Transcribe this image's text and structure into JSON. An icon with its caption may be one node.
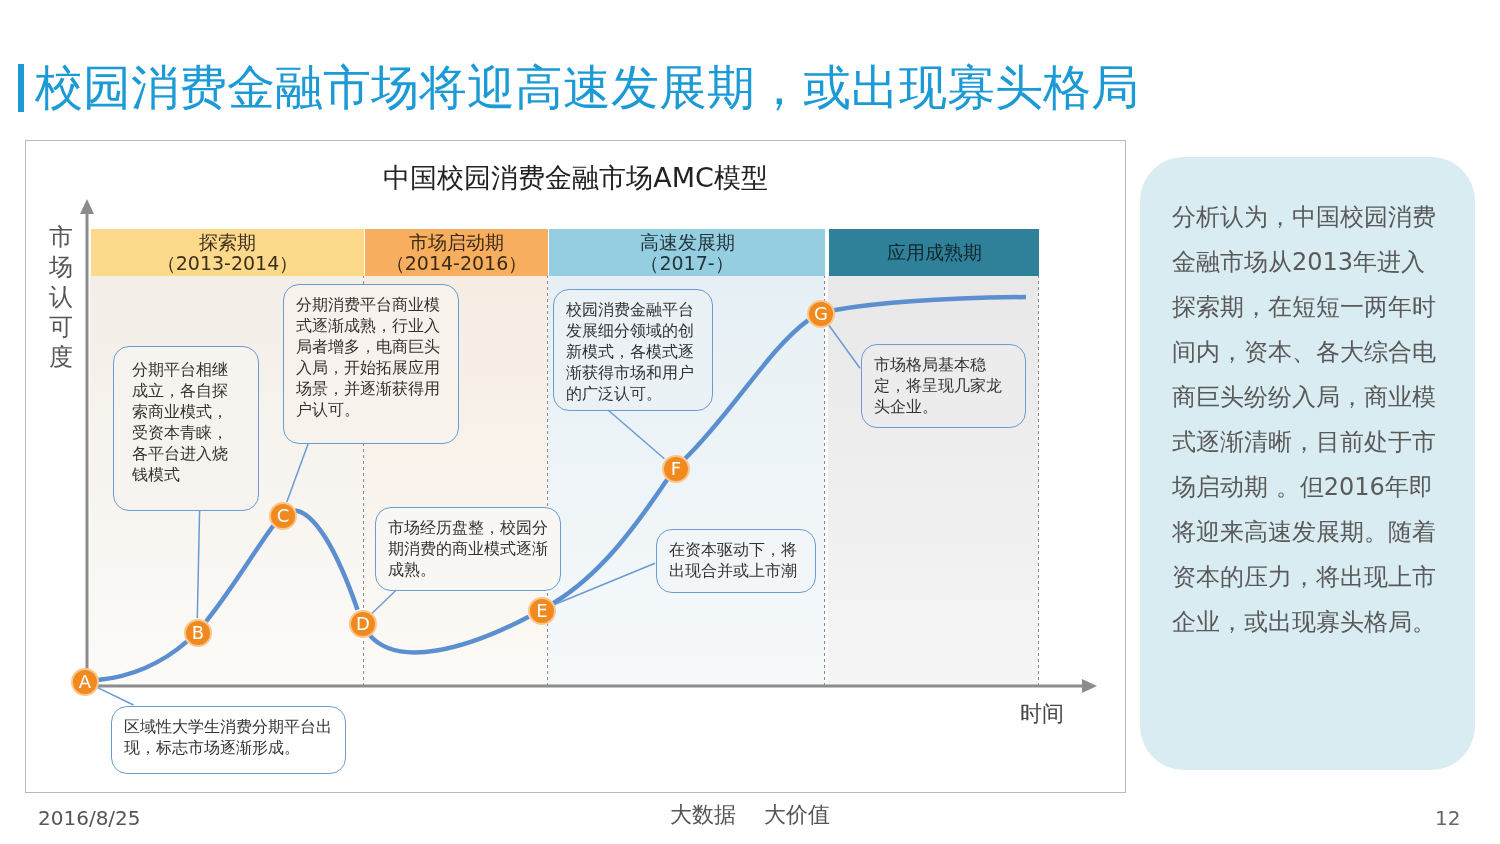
{
  "diagram": {
    "title": "校园消费金融市场将迎高速发展期，或出现寡头格局",
    "nodes": [
      {
        "text": [
          "中国校园消费金融市场AMC模型"
        ]
      },
      {
        "text": [
          "探索期",
          "（2013-2014）"
        ],
        "in": 0
      },
      {
        "text": [
          "市场启动期",
          "（2014-2016）"
        ],
        "in": 0
      },
      {
        "text": [
          "高速发展期",
          "（2017-）"
        ],
        "in": 0
      },
      {
        "text": [
          "应用成熟期"
        ],
        "in": 0
      },
      {
        "text": [
          "A"
        ],
        "in": 0
      },
      {
        "text": [
          "B"
        ],
        "in": 0
      },
      {
        "text": [
          "C"
        ],
        "in": 0
      },
      {
        "text": [
          "D"
        ],
        "in": 0
      },
      {
        "text": [
          "E"
        ],
        "in": 0
      },
      {
        "text": [
          "F"
        ],
        "in": 0
      },
      {
        "text": [
          "G"
        ],
        "in": 0
      },
      {
        "text": [
          "区域性大学生消费分期平台出现，标志市场逐渐形成。"
        ],
        "in": 0
      },
      {
        "text": [
          "分期平台相继成立，各自探索商业模式，受资本青睐，各平台进入烧钱模式"
        ],
        "in": 0
      },
      {
        "text": [
          "分期消费平台商业模式逐渐成熟，行业入局者增多，电商巨头入局，开始拓展应用场景，并逐渐获得用户认可。"
        ],
        "in": 0
      },
      {
        "text": [
          "市场经历盘整，校园分期消费的商业模式逐渐成熟。"
        ],
        "in": 0
      },
      {
        "text": [
          "在资本驱动下，将出现合并或上市潮"
        ],
        "in": 0
      },
      {
        "text": [
          "校园消费金融平台发展细分领域的创新模式，各模式逐渐获得市场和用户的广泛认可。"
        ],
        "in": 0
      },
      {
        "text": [
          "市场格局基本稳定，将呈现几家龙头企业。"
        ],
        "in": 0
      },
      {
        "text": [
          "分析认为，中国校园消费金融市场从2013年进入探索期，在短短一两年时间内，资本、各大综合电商巨头纷纷入局，商业模式逐渐清晰，目前处于市场启动期 。但2016年即将迎来高速发展期。随着资本的压力，将出现上市企业，或出现寡头格局。"
        ]
      }
    ],
    "edges": [
      {
        "from": 5,
        "to": 6,
        "arrow": "none",
        "style": "thick"
      },
      {
        "from": 6,
        "to": 7,
        "arrow": "none",
        "style": "thick"
      },
      {
        "from": 7,
        "to": 8,
        "arrow": "none",
        "style": "thick"
      },
      {
        "from": 8,
        "to": 9,
        "arrow": "none",
        "style": "thick"
      },
      {
        "from": 9,
        "to": 10,
        "arrow": "none",
        "style": "thick"
      },
      {
        "from": 10,
        "to": 11,
        "arrow": "none",
        "style": "thick"
      },
      {
        "from": 11,
        "to": null,
        "arrow": "none",
        "style": "thick"
      },
      {
        "from": 12,
        "to": 5,
        "arrow": "none"
      },
      {
        "from": 13,
        "to": 6,
        "arrow": "none"
      },
      {
        "from": 14,
        "to": 7,
        "arrow": "none"
      },
      {
        "from": 15,
        "to": 8,
        "arrow": "none"
      },
      {
        "from": 16,
        "to": 9,
        "arrow": "none"
      },
      {
        "from": 17,
        "to": 10,
        "arrow": "none"
      },
      {
        "from": 18,
        "to": 11,
        "arrow": "none"
      }
    ],
    "labels": [
      "市场认可度",
      "时间",
      "2016/8/25",
      "大数据 大价值",
      "12"
    ]
  }
}
